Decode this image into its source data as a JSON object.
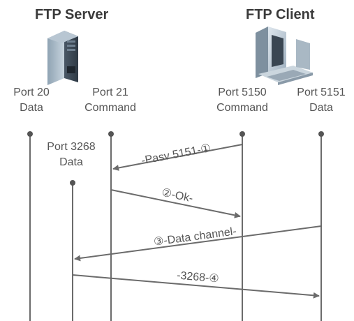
{
  "server": {
    "title": "FTP Server",
    "ports": [
      {
        "line1": "Port 20",
        "line2": "Data"
      },
      {
        "line1": "Port 21",
        "line2": "Command"
      },
      {
        "line1": "Port 3268",
        "line2": "Data"
      }
    ]
  },
  "client": {
    "title": "FTP Client",
    "ports": [
      {
        "line1": "Port 5150",
        "line2": "Command"
      },
      {
        "line1": "Port 5151",
        "line2": "Data"
      }
    ]
  },
  "messages": [
    {
      "label": "-Pasv 5151-①"
    },
    {
      "label": "②-Ok-"
    },
    {
      "label": "③-Data channel-"
    },
    {
      "label": "-3268-④"
    }
  ],
  "colors": {
    "line": "#6b6b6b",
    "text": "#555555",
    "title": "#3a3a3a"
  }
}
